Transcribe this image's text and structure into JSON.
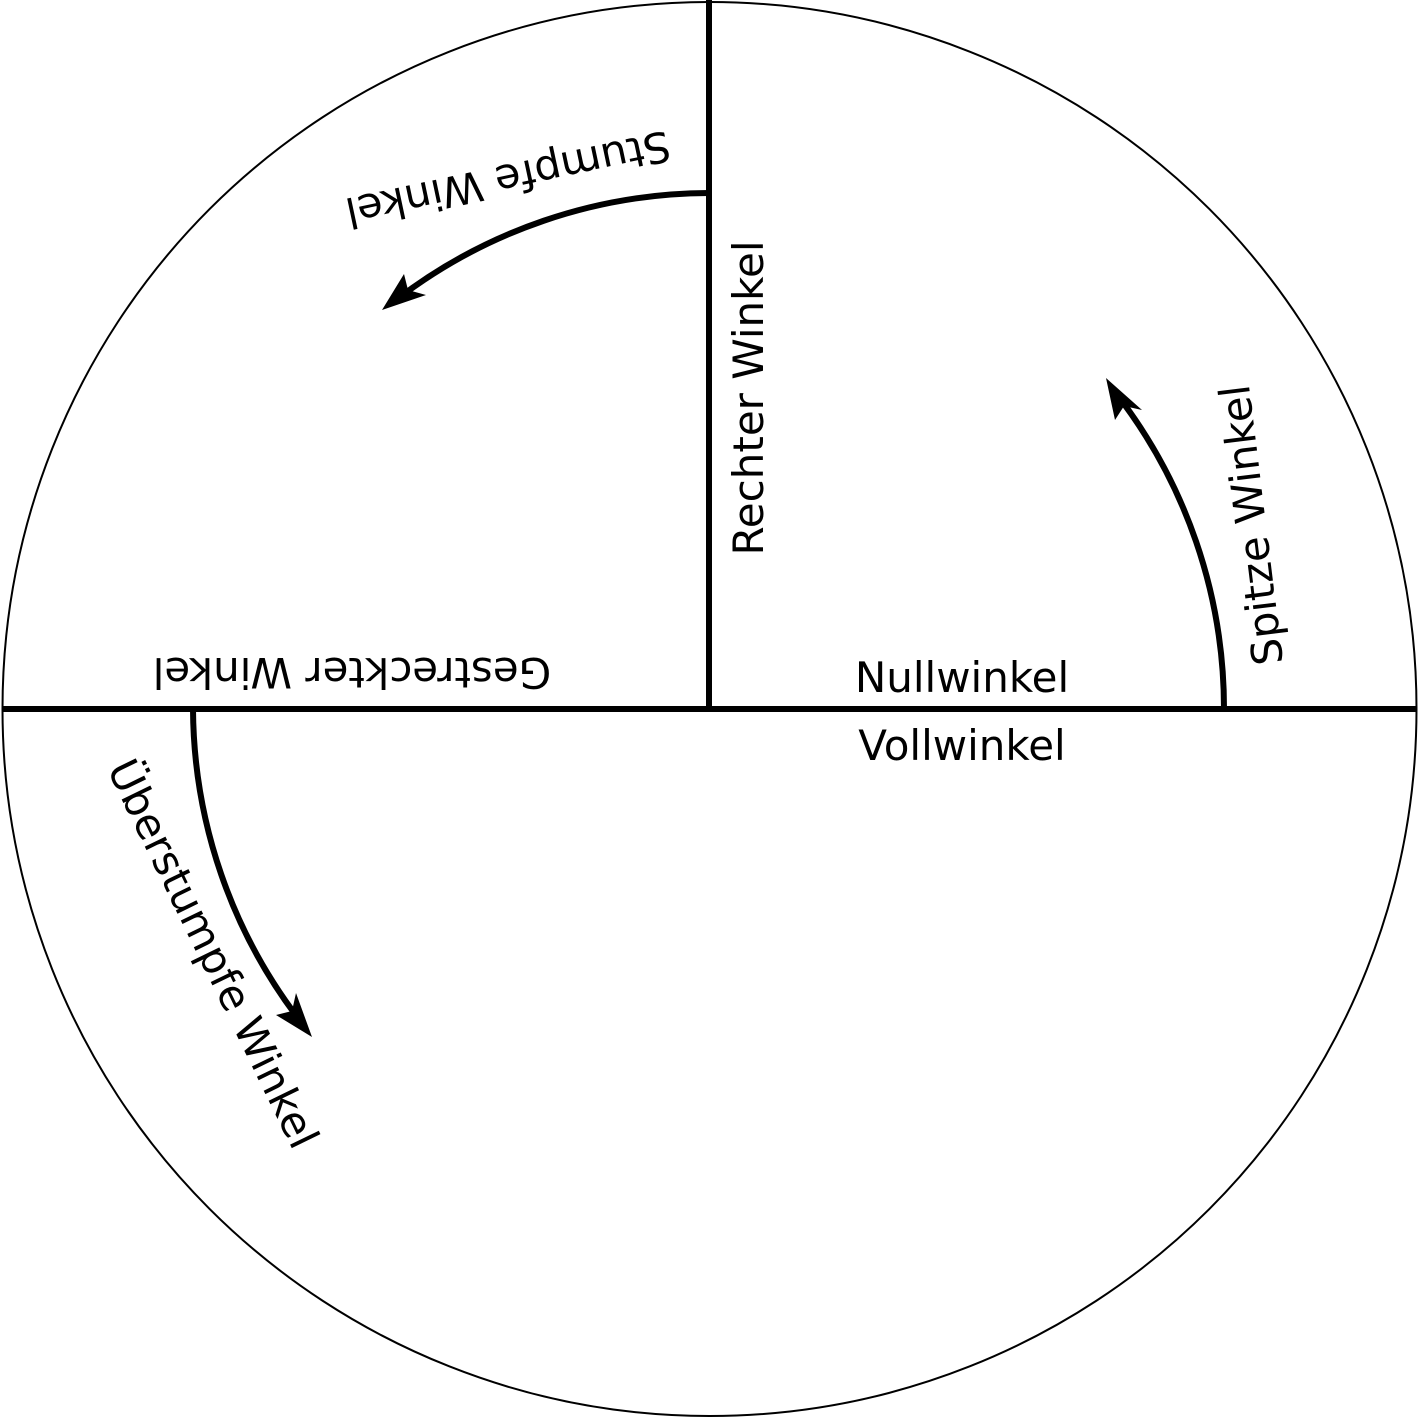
{
  "diagram": {
    "labels": {
      "stumpfe": "Stumpfe Winkel",
      "rechter": "Rechter Winkel",
      "spitze": "Spitze Winkel",
      "gestreckter": "Gestreckter Winkel",
      "nullwinkel": "Nullwinkel",
      "vollwinkel": "Vollwinkel",
      "ueberstumpfe": "Überstumpfe Winkel"
    },
    "colors": {
      "stroke": "#000000",
      "background": "#ffffff"
    }
  }
}
